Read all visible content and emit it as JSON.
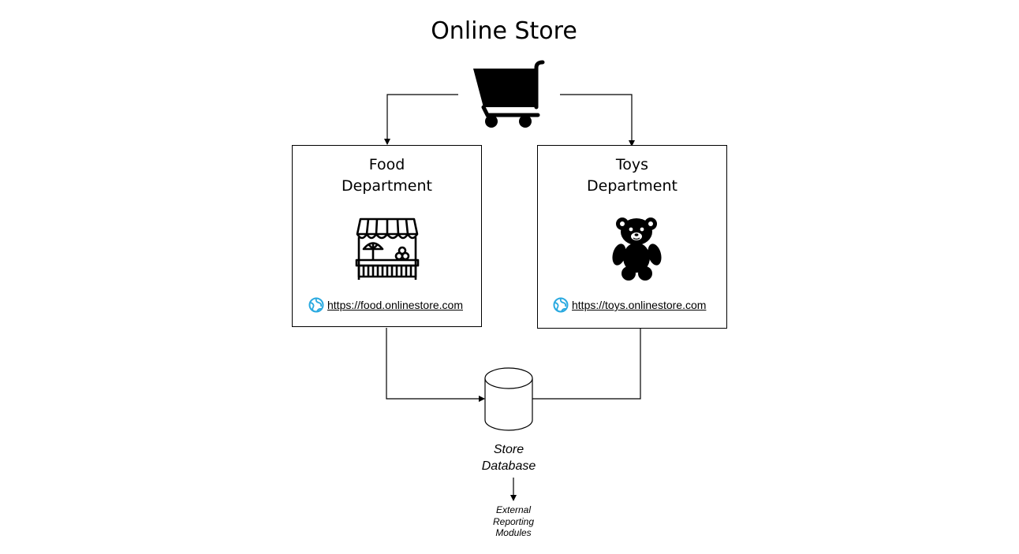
{
  "title": "Online Store",
  "departments": [
    {
      "name_line1": "Food",
      "name_line2": "Department",
      "icon": "market-stall-icon",
      "url": "https://food.onlinestore.com"
    },
    {
      "name_line1": "Toys",
      "name_line2": "Department",
      "icon": "teddy-bear-icon",
      "url": "https://toys.onlinestore.com"
    }
  ],
  "database": {
    "label_line1": "Store",
    "label_line2": "Database"
  },
  "external": {
    "line1": "External",
    "line2": "Reporting",
    "line3": "Modules"
  },
  "icons": {
    "top": "shopping-cart-icon",
    "link": "globe-icon",
    "db": "database-cylinder-icon"
  },
  "colors": {
    "globe": "#29a9e0"
  }
}
